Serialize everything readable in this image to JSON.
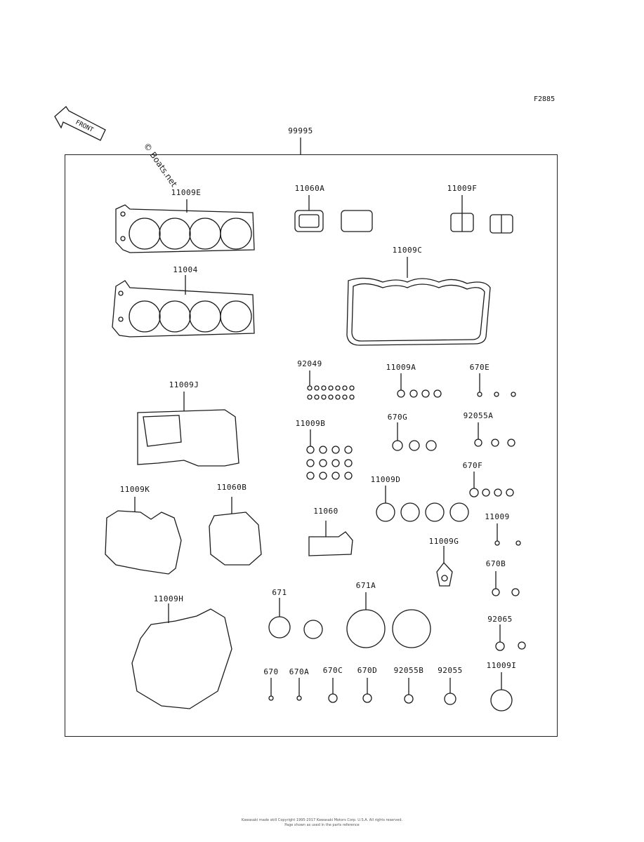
{
  "figure_code": "F2885",
  "front_arrow_label": "FRONT",
  "assembly_label": "99995",
  "watermark": "© Boats.net",
  "footer": {
    "line1": "Kawasaki made skill Copyright 1995-2017 Kawasaki Motors Corp. U.S.A. All rights reserved.",
    "line2": "Page shown as used in the parts reference"
  },
  "parts": [
    "11009E",
    "11060A",
    "11009F",
    "11004",
    "11009C",
    "92049",
    "11009A",
    "670E",
    "11009J",
    "11009B",
    "670G",
    "92055A",
    "670F",
    "11009D",
    "11009K",
    "11060B",
    "11060",
    "11009",
    "11009G",
    "670B",
    "671",
    "671A",
    "11009H",
    "92065",
    "670",
    "670A",
    "670C",
    "670D",
    "92055B",
    "92055",
    "11009I"
  ]
}
